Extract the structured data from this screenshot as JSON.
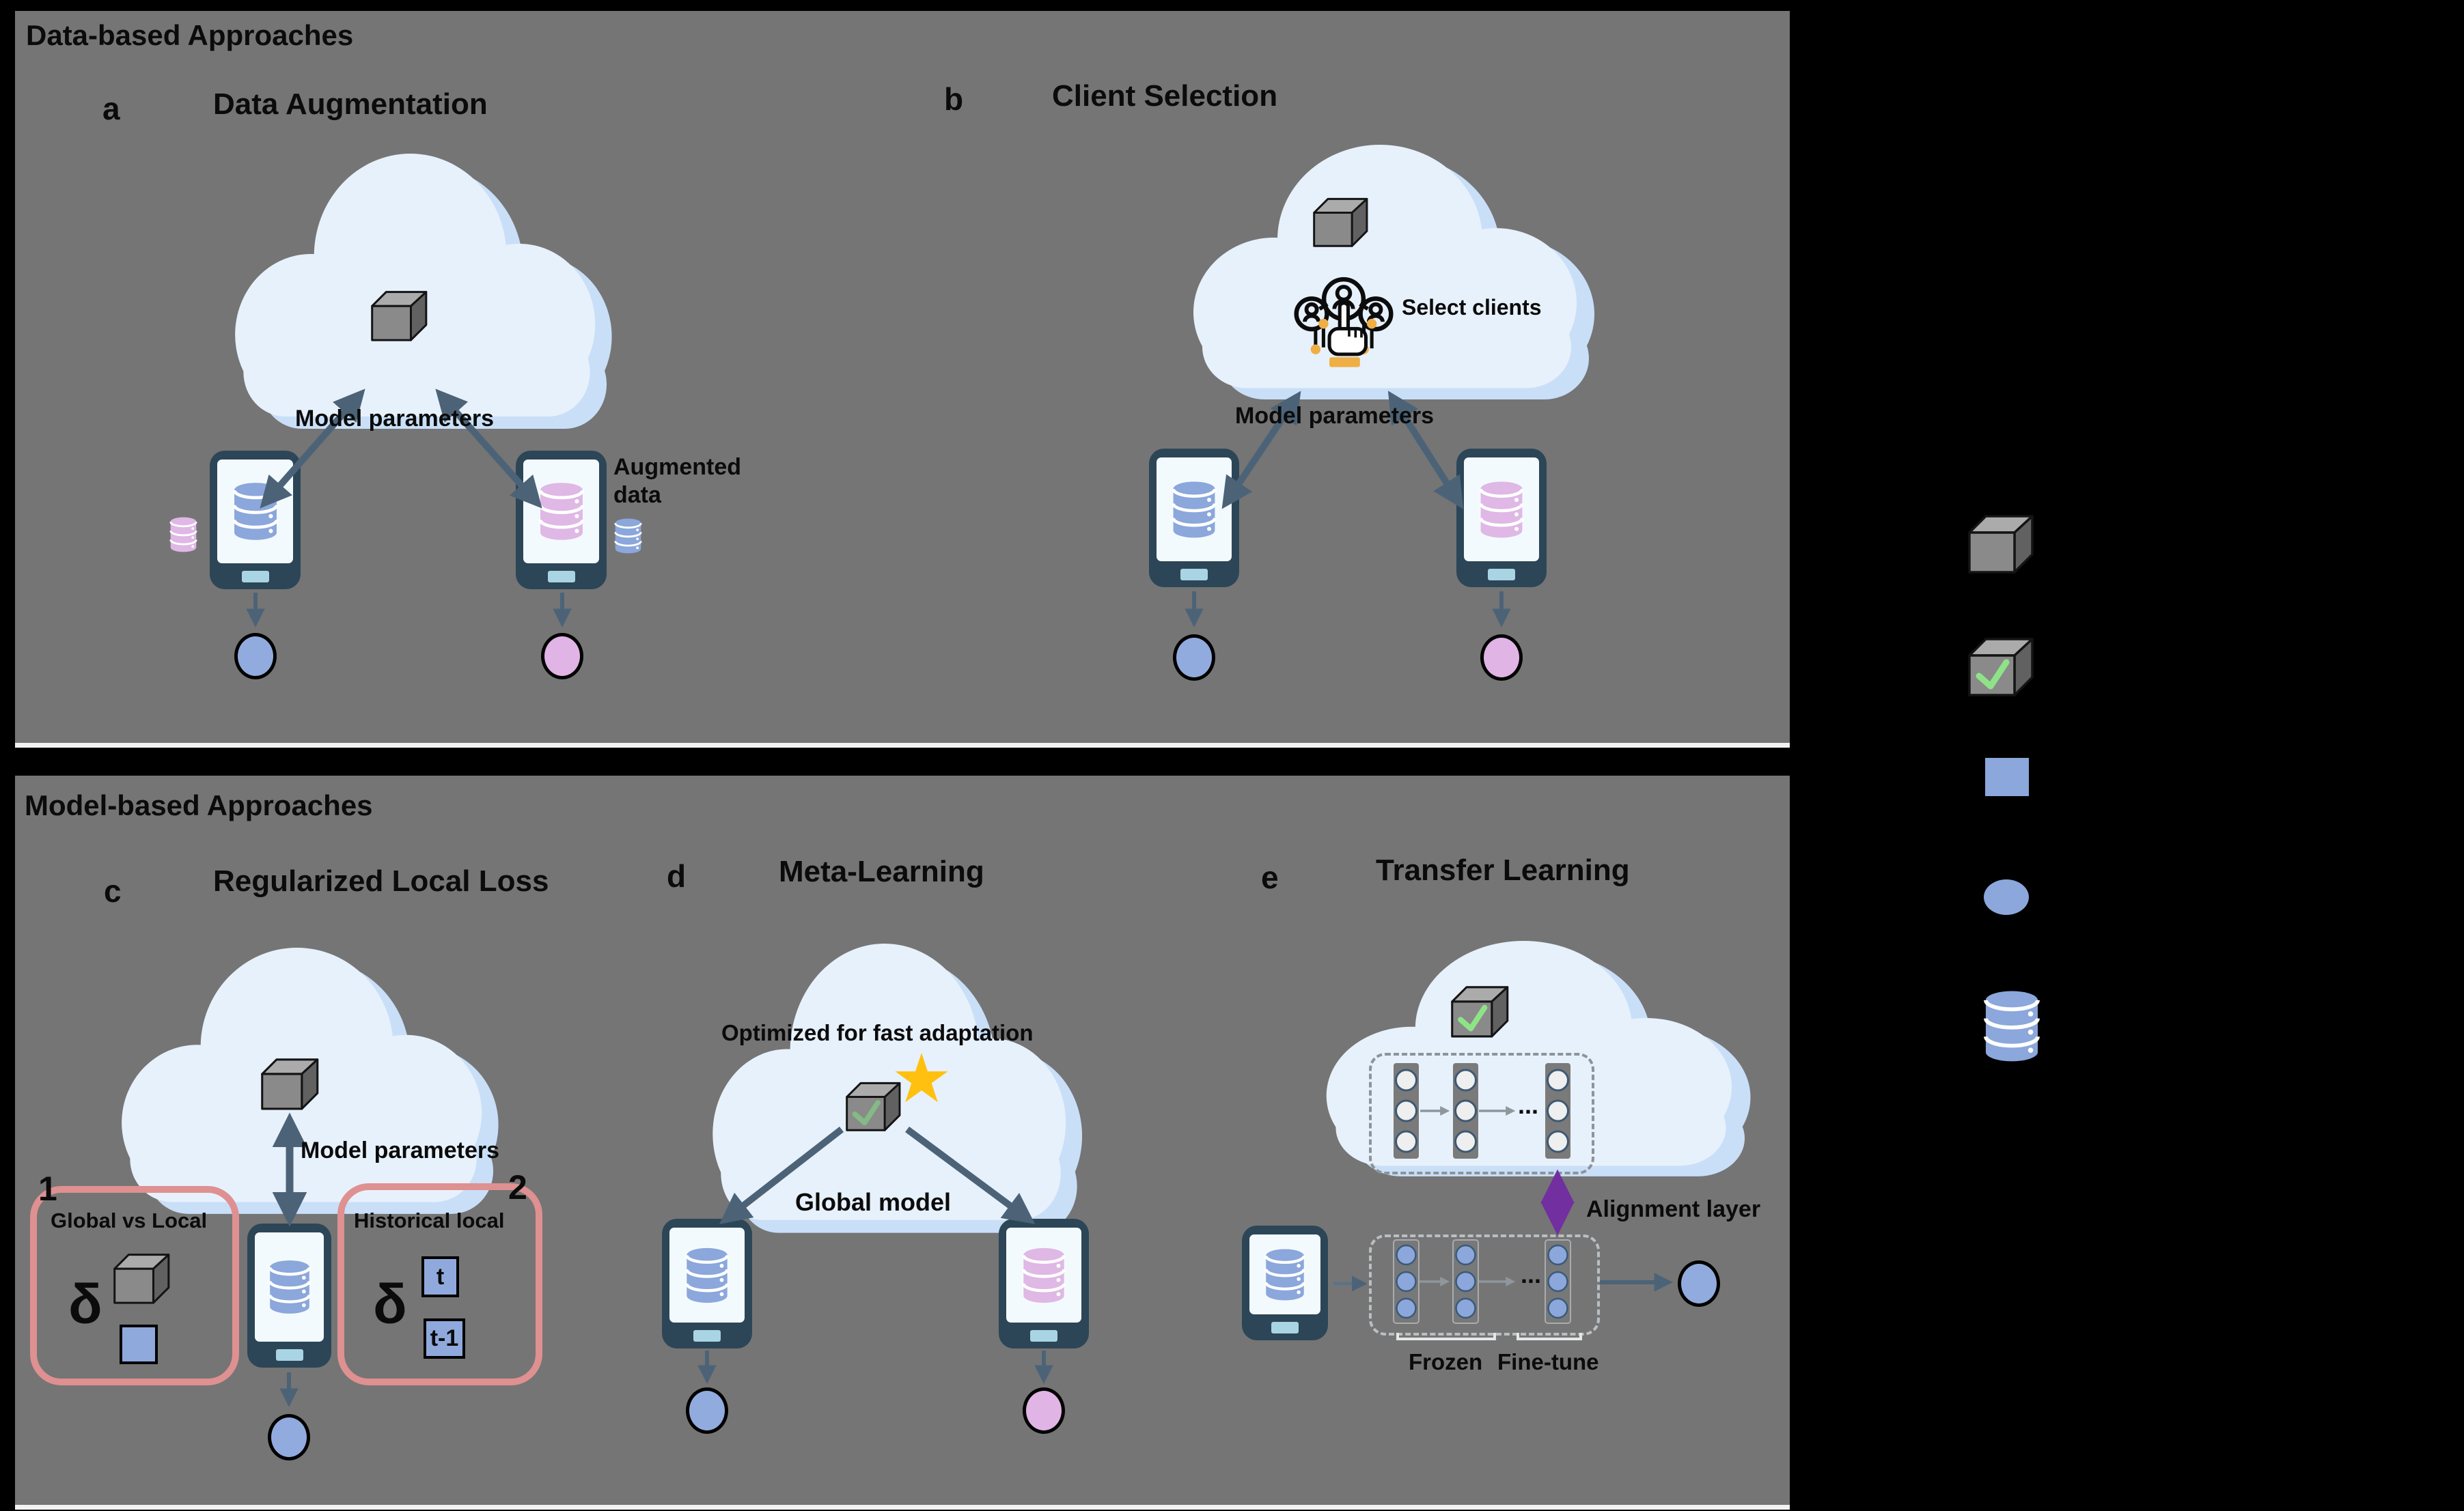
{
  "colors": {
    "background": "#000000",
    "panel": "#757575",
    "cloud": "#E7F1FC",
    "cloud_shadow": "#C9DFF8",
    "arrow_slate": "#4C6377",
    "db_blue": "#8BA7DB",
    "db_pink": "#DFB8E5",
    "circle_blue": "#92ABDE",
    "circle_pink": "#E0B4E4",
    "regularizer_box_stroke": "#DF9090",
    "star_gold": "#FFC010",
    "check_green": "#8FE387",
    "alignment_purple": "#722FA0",
    "phone_body": "#2C4657",
    "select_accent_orange": "#EFAF45"
  },
  "sections": {
    "data_based": {
      "title": "Data-based Approaches"
    },
    "model_based": {
      "title": "Model-based Approaches"
    }
  },
  "panels": {
    "a": {
      "letter": "a",
      "title": "Data Augmentation",
      "model_parameters": "Model parameters",
      "augmented_data": "Augmented data"
    },
    "b": {
      "letter": "b",
      "title": "Client Selection",
      "select_clients": "Select clients",
      "model_parameters": "Model parameters"
    },
    "c": {
      "letter": "c",
      "title": "Regularized Local Loss",
      "model_parameters": "Model parameters",
      "box1": {
        "number": "1",
        "title": "Global vs Local",
        "delta": "δ"
      },
      "box2": {
        "number": "2",
        "title": "Historical local",
        "delta": "δ",
        "t": "t",
        "t_minus_1": "t-1"
      }
    },
    "d": {
      "letter": "d",
      "title": "Meta-Learning",
      "optimized": "Optimized for fast adaptation",
      "global_model": "Global model"
    },
    "e": {
      "letter": "e",
      "title": "Transfer Learning",
      "alignment_layer": "Alignment layer",
      "frozen": "Frozen",
      "fine_tune": "Fine-tune",
      "ellipsis": "..."
    }
  },
  "legend": {
    "icons": [
      {
        "name": "cube-icon"
      },
      {
        "name": "cube-checkmark-icon"
      },
      {
        "name": "blue-square-icon"
      },
      {
        "name": "blue-circle-icon"
      },
      {
        "name": "database-icon"
      }
    ]
  }
}
